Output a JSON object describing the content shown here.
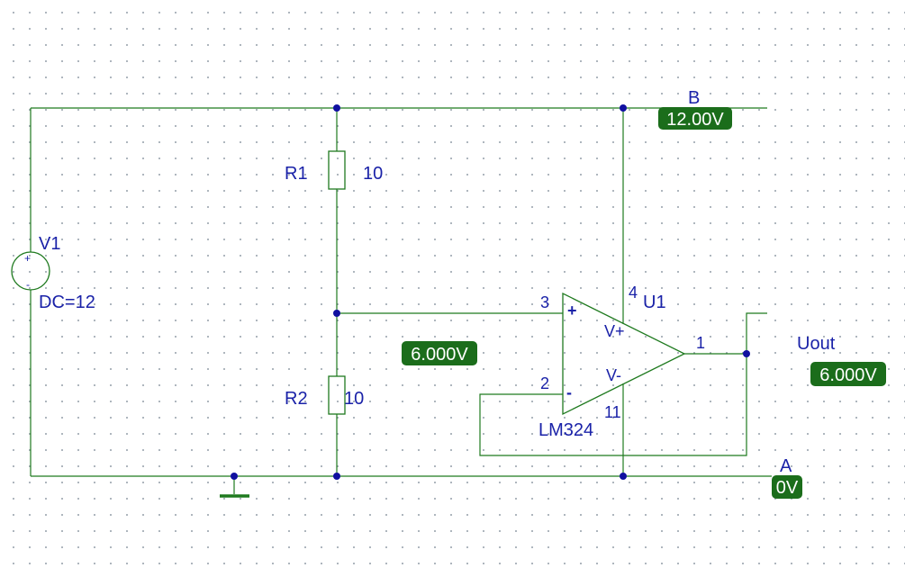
{
  "colors": {
    "wire": "#1f7a1f",
    "label": "#1a22a8",
    "node": "#1010a0",
    "badge_background": "#1b6d1b",
    "badge_text": "#ffffff",
    "grid_dot": "#9aa3ad"
  },
  "source": {
    "name": "V1",
    "value": "DC=12",
    "plus": "+",
    "minus": "-"
  },
  "resistors": [
    {
      "name": "R1",
      "value": "10"
    },
    {
      "name": "R2",
      "value": "10"
    }
  ],
  "opamp": {
    "name": "U1",
    "model": "LM324",
    "vplus": "V+",
    "vminus": "V-",
    "noninv_sign": "+",
    "inv_sign": "-",
    "pins": {
      "noninverting": "3",
      "inverting": "2",
      "output": "1",
      "supply_pos": "4",
      "supply_neg": "11"
    }
  },
  "nodes": {
    "B": {
      "label": "B",
      "voltage": "12.00V"
    },
    "A": {
      "label": "A",
      "voltage": "0V"
    },
    "divider": {
      "voltage": "6.000V"
    },
    "out": {
      "label": "Uout",
      "voltage": "6.000V"
    }
  }
}
